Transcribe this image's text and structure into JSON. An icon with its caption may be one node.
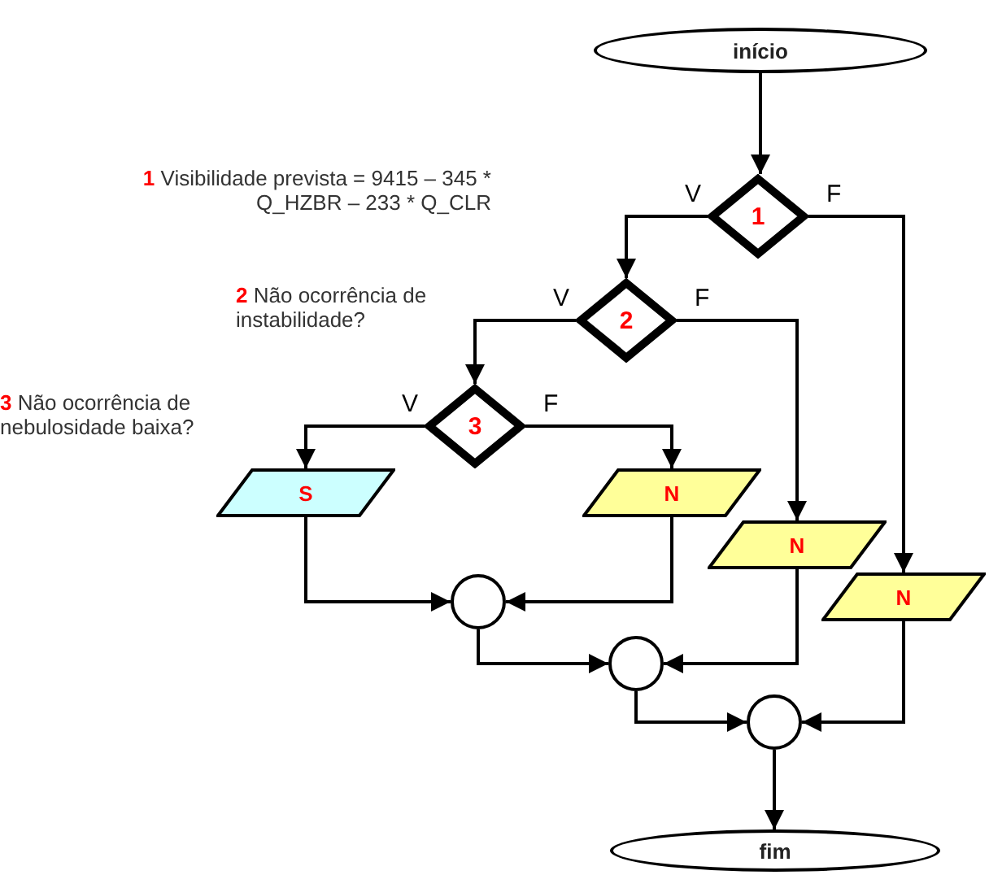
{
  "diagram": {
    "nodes": [
      {
        "text": [
          "início"
        ]
      },
      {
        "text": [
          "1"
        ],
        "beside": [
          "1",
          "Visibilidade prevista = 9415 – 345 * Q_HZBR – 233 * Q_CLR"
        ]
      },
      {
        "text": [
          "2"
        ],
        "beside": [
          "2",
          "Não ocorrência de instabilidade?"
        ]
      },
      {
        "text": [
          "3"
        ],
        "beside": [
          "3",
          "Não ocorrência de nebulosidade baixa?"
        ]
      },
      {
        "text": [
          "S"
        ]
      },
      {
        "text": [
          "N"
        ]
      },
      {
        "text": [
          "N"
        ]
      },
      {
        "text": [
          "N"
        ]
      },
      {
        "text": [],
        "shape": "circle"
      },
      {
        "text": [],
        "shape": "circle"
      },
      {
        "text": [],
        "shape": "circle"
      },
      {
        "text": [
          "fim"
        ]
      }
    ],
    "edges": [
      {
        "from": 0,
        "to": 1,
        "arrow": "to"
      },
      {
        "from": 1,
        "to": 2,
        "arrow": "to",
        "label": "V"
      },
      {
        "from": 1,
        "to": 7,
        "arrow": "to",
        "label": "F"
      },
      {
        "from": 2,
        "to": 3,
        "arrow": "to",
        "label": "V"
      },
      {
        "from": 2,
        "to": 6,
        "arrow": "to",
        "label": "F"
      },
      {
        "from": 3,
        "to": 4,
        "arrow": "to",
        "label": "V"
      },
      {
        "from": 3,
        "to": 5,
        "arrow": "to",
        "label": "F"
      },
      {
        "from": 4,
        "to": 8,
        "arrow": "to"
      },
      {
        "from": 5,
        "to": 8,
        "arrow": "to"
      },
      {
        "from": 8,
        "to": 9,
        "arrow": "to"
      },
      {
        "from": 6,
        "to": 9,
        "arrow": "to"
      },
      {
        "from": 9,
        "to": 10,
        "arrow": "to"
      },
      {
        "from": 7,
        "to": 10,
        "arrow": "to"
      },
      {
        "from": 10,
        "to": 11,
        "arrow": "to"
      }
    ]
  }
}
